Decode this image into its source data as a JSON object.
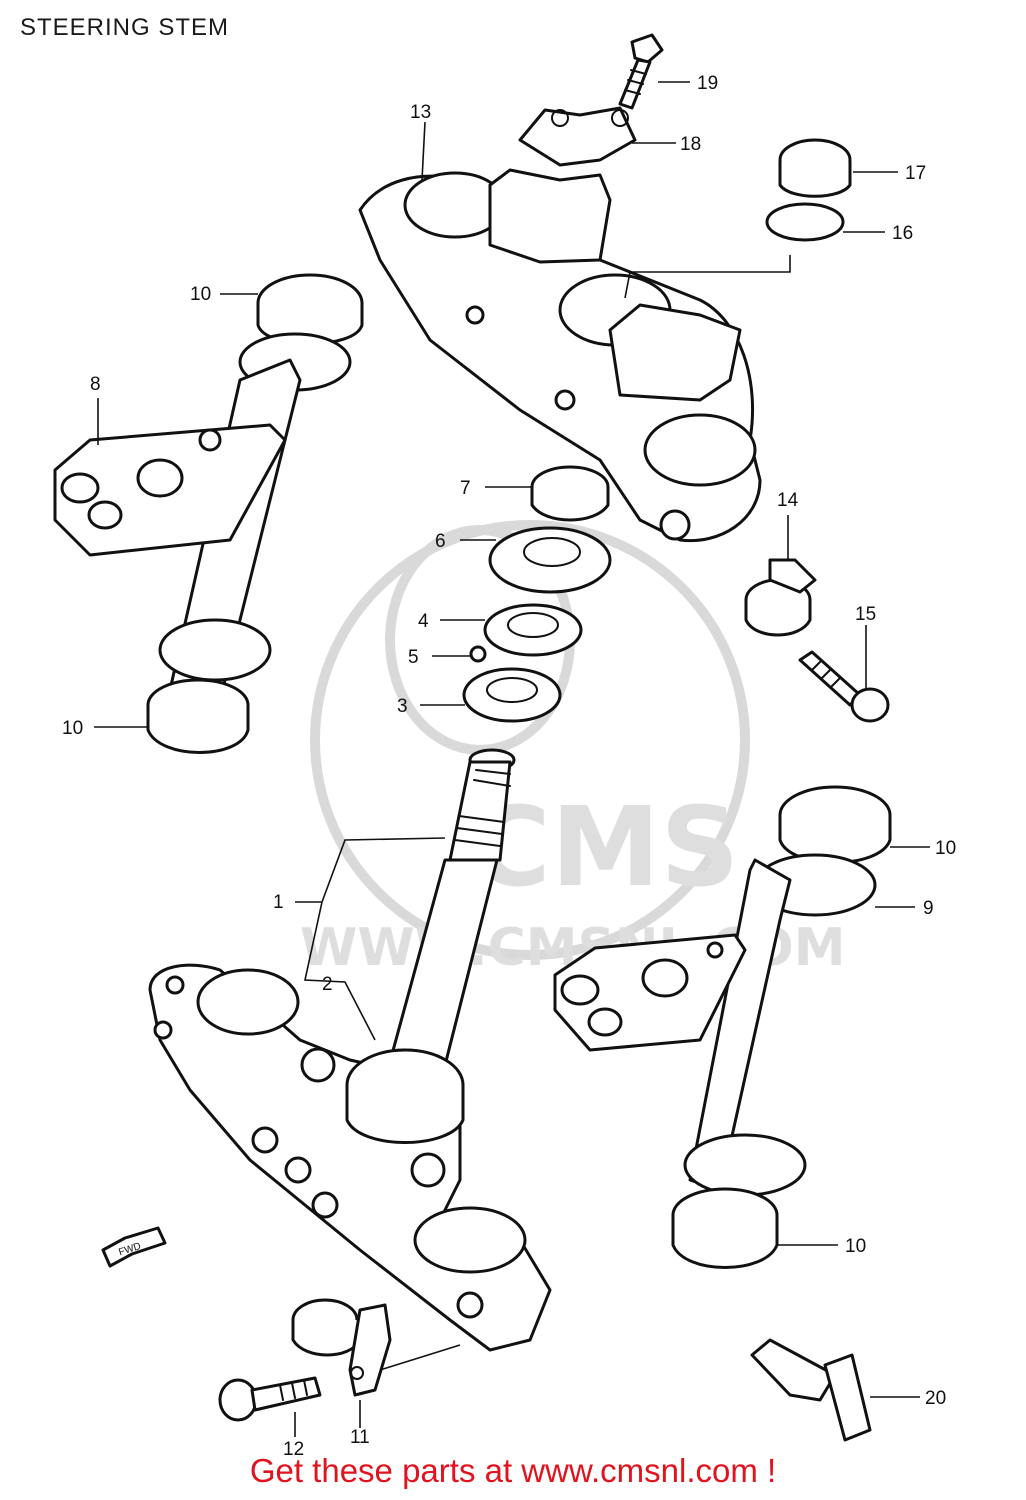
{
  "title": "STEERING STEM",
  "callouts": {
    "c1": "1",
    "c2": "2",
    "c3": "3",
    "c4": "4",
    "c5": "5",
    "c6": "6",
    "c7": "7",
    "c8": "8",
    "c9": "9",
    "c10a": "10",
    "c10b": "10",
    "c10c": "10",
    "c10d": "10",
    "c11": "11",
    "c12": "12",
    "c13": "13",
    "c14": "14",
    "c15": "15",
    "c16": "16",
    "c17": "17",
    "c18": "18",
    "c19": "19",
    "c20": "20"
  },
  "fwd_arrow": "FWD",
  "watermark": {
    "logo": "CMS",
    "url": "WWW.CMSNL.COM"
  },
  "cta": "Get these parts at www.cmsnl.com !",
  "colors": {
    "cta": "#e0141e",
    "lines": "#111111",
    "watermark": "#d9d9d9"
  }
}
